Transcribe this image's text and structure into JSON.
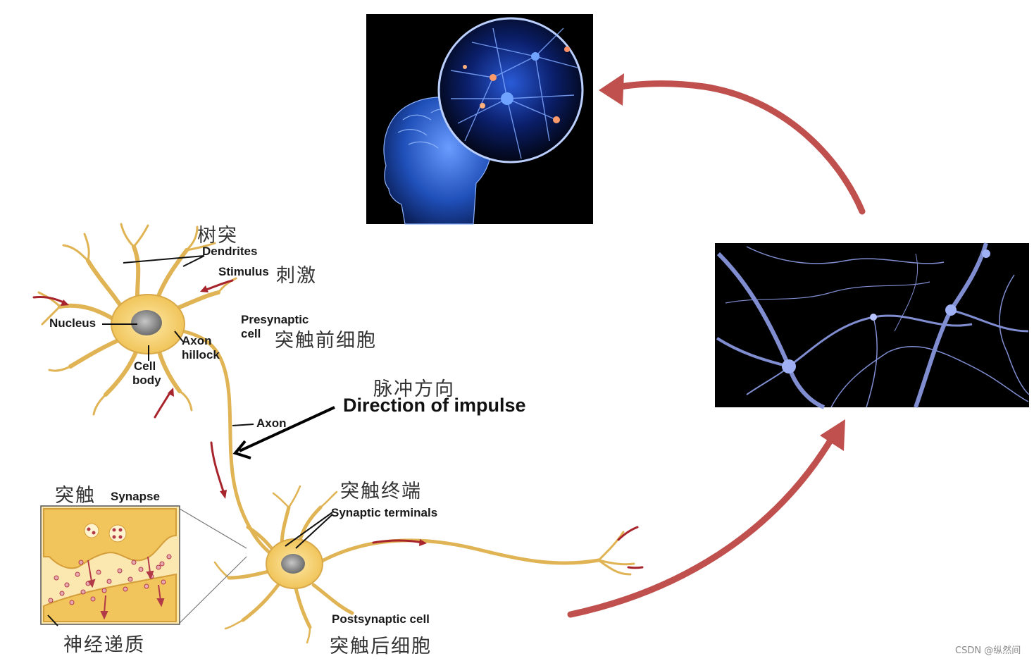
{
  "labels": {
    "dendrites_cn": "树突",
    "dendrites": "Dendrites",
    "stimulus": "Stimulus",
    "stimulus_cn": "刺激",
    "nucleus": "Nucleus",
    "axon_hillock_1": "Axon",
    "axon_hillock_2": "hillock",
    "cell_body_1": "Cell",
    "cell_body_2": "body",
    "presynaptic_1": "Presynaptic",
    "presynaptic_2": "cell",
    "presynaptic_cn": "突触前细胞",
    "impulse_cn": "脉冲方向",
    "impulse": "Direction of impulse",
    "axon": "Axon",
    "synapse_cn": "突触",
    "synapse": "Synapse",
    "terminals_cn": "突触终端",
    "terminals": "Synaptic terminals",
    "postsynaptic": "Postsynaptic cell",
    "postsynaptic_cn": "突触后细胞",
    "neurotransmitter_cn": "神经递质",
    "watermark": "CSDN @纵然间"
  },
  "colors": {
    "neuron_fill": "#f3cf6e",
    "neuron_stroke": "#c9a13a",
    "cycle_arrow": "#c0504d",
    "impulse_arrow": "#a8242c",
    "photo_bg": "#000000",
    "glow_blue": "#3d6cff"
  },
  "images": {
    "brain": "brain-neuron-illustration",
    "network": "neural-network-photo"
  }
}
